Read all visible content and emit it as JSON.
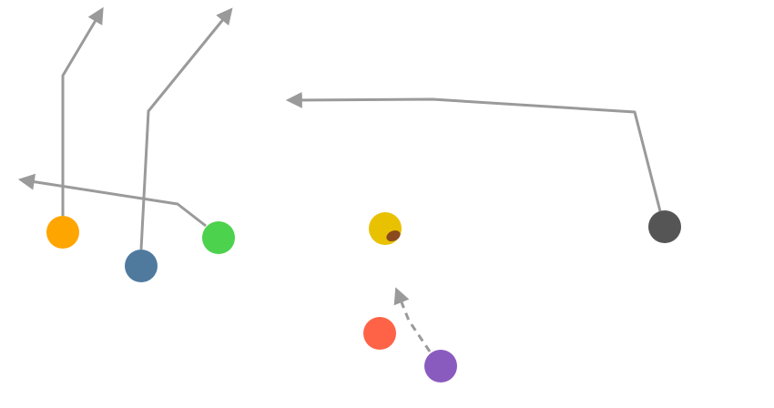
{
  "colors": {
    "route": "#9a9a9a",
    "background": "#ffffff",
    "football": "#8b4a1e"
  },
  "players": [
    {
      "id": "orange",
      "color": "#ffa500",
      "route": "solid"
    },
    {
      "id": "blue",
      "color": "#4f7a9e",
      "route": "solid"
    },
    {
      "id": "green",
      "color": "#4cd24c",
      "route": "solid"
    },
    {
      "id": "yellow",
      "color": "#e8c100",
      "route": "none",
      "has_ball": true
    },
    {
      "id": "dark-gray",
      "color": "#555555",
      "route": "solid"
    },
    {
      "id": "red",
      "color": "#ff6347",
      "route": "none"
    },
    {
      "id": "purple",
      "color": "#8a5bbf",
      "route": "dashed"
    }
  ]
}
